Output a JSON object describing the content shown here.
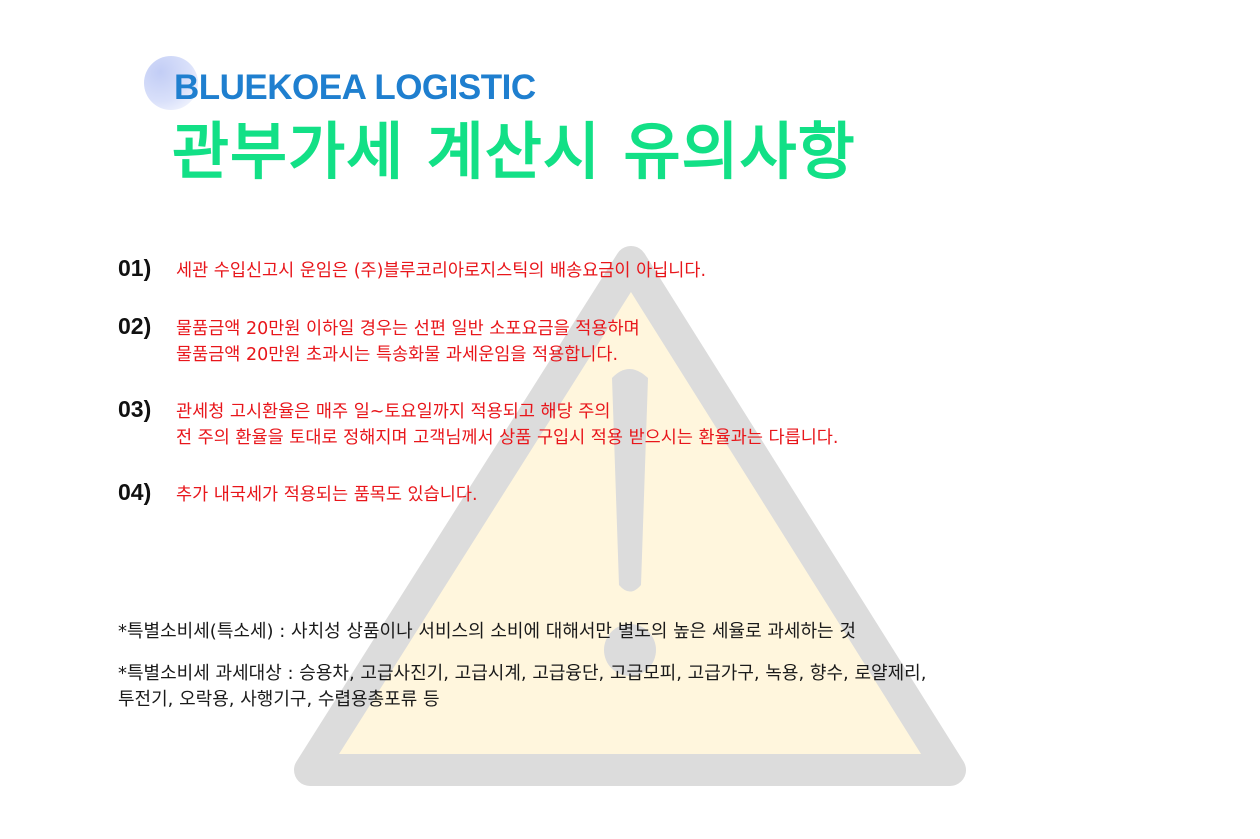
{
  "header": {
    "brand": "BLUEKOEA LOGISTIC",
    "title": "관부가세 계산시 유의사항"
  },
  "notices": [
    {
      "number": "01)",
      "lines": [
        "세관 수입신고시 운임은 (주)블루코리아로지스틱의 배송요금이 아닙니다."
      ]
    },
    {
      "number": "02)",
      "lines": [
        "물품금액 20만원 이하일 경우는 선편 일반 소포요금을 적용하며",
        "물품금액 20만원 초과시는 특송화물 과세운임을 적용합니다."
      ]
    },
    {
      "number": "03)",
      "lines": [
        "관세청 고시환율은 매주 일~토요일까지 적용되고 해당 주의",
        "전 주의 환율을 토대로 정해지며 고객님께서 상품 구입시 적용 받으시는 환율과는 다릅니다."
      ]
    },
    {
      "number": "04)",
      "lines": [
        "추가 내국세가 적용되는 품목도 있습니다."
      ]
    }
  ],
  "footnotes": [
    "*특별소비세(특소세) : 사치성 상품이나 서비스의 소비에 대해서만 별도의 높은 세율로 과세하는 것",
    "*특별소비세 과세대상 : 승용차, 고급사진기, 고급시계, 고급융단, 고급모피, 고급가구, 녹용, 향수, 로얄제리,",
    "투전기, 오락용, 사행기구, 수렵용총포류 등"
  ],
  "colors": {
    "brand": "#1f7fcf",
    "title": "#12e086",
    "notice_text": "#e8161b",
    "number_text": "#111111",
    "warning_outline": "#dcdcdc",
    "warning_fill": "#fff6dd"
  },
  "icons": {
    "background": "warning-triangle-icon"
  }
}
